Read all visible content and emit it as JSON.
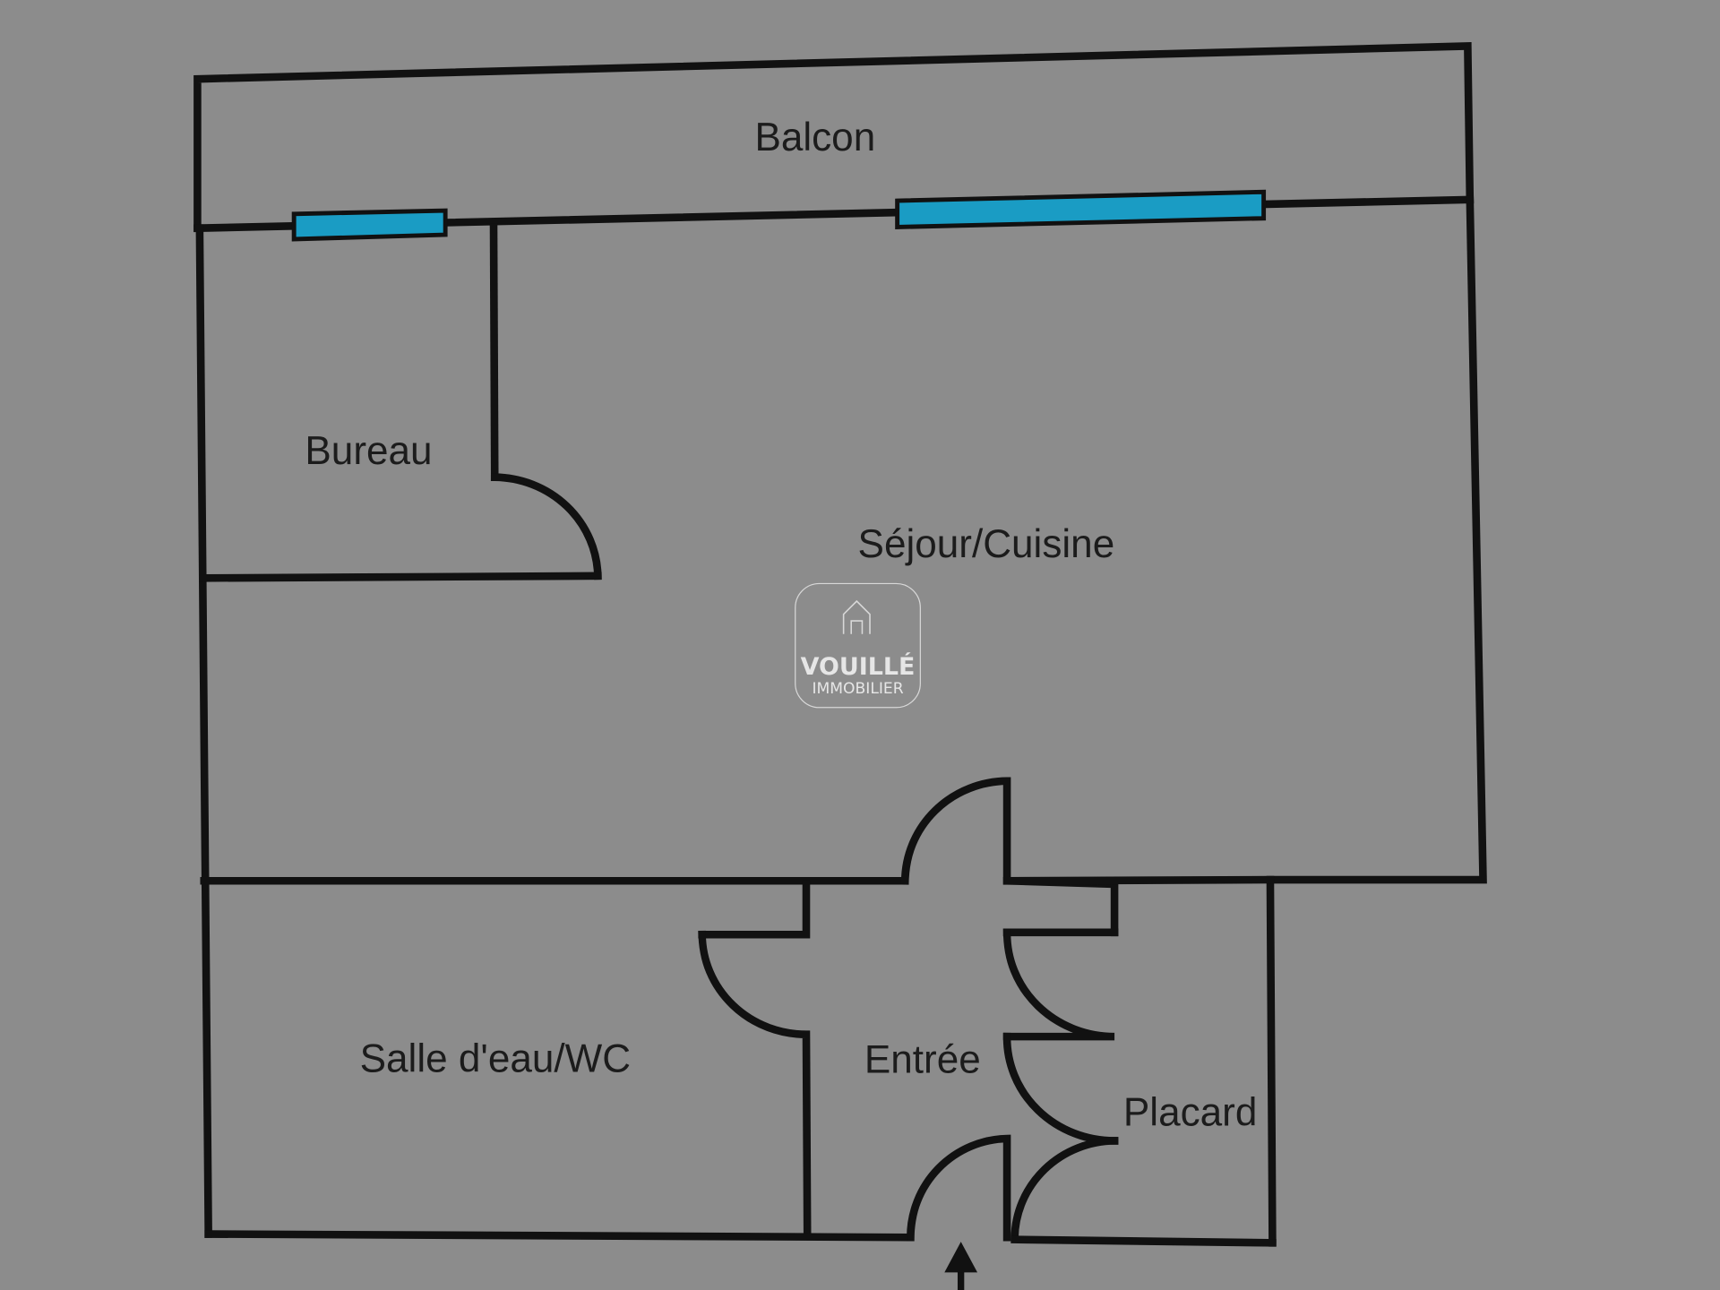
{
  "plan": {
    "rooms": {
      "balcony": "Balcon",
      "office": "Bureau",
      "living_kitchen": "Séjour/Cuisine",
      "bathroom": "Salle d'eau/WC",
      "entrance": "Entrée",
      "closet": "Placard"
    },
    "window_color": "#1a9cc4"
  },
  "watermark": {
    "line1": "VOUILLÉ",
    "line2": "IMMOBILIER"
  }
}
